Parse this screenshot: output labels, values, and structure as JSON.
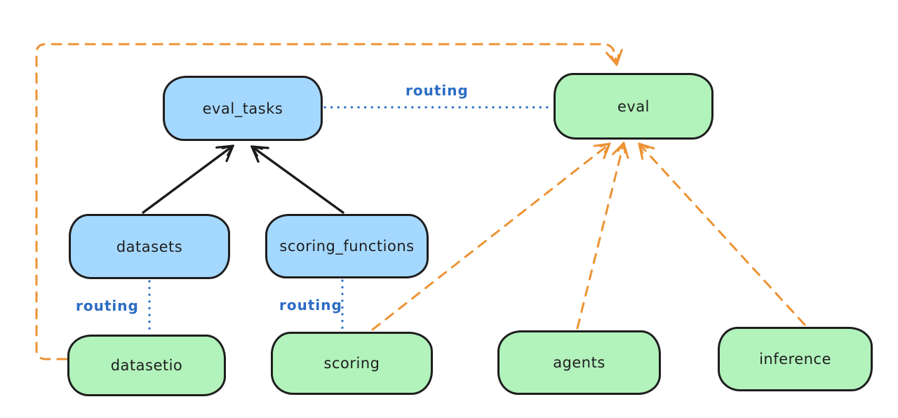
{
  "diagram": {
    "background": "#ffffff",
    "colors": {
      "blue_node_fill": "#a5d8ff",
      "green_node_fill": "#b2f2bb",
      "node_stroke": "#1e1e1e",
      "routing_blue": "#2b6cc4",
      "orange_dashed": "#ec9334",
      "black_arrow": "#1b1b1b"
    },
    "nodes": [
      {
        "id": "eval_tasks",
        "label": "eval_tasks",
        "fill": "blue"
      },
      {
        "id": "eval",
        "label": "eval",
        "fill": "green"
      },
      {
        "id": "datasets",
        "label": "datasets",
        "fill": "blue"
      },
      {
        "id": "scoring_functions",
        "label": "scoring_functions",
        "fill": "blue"
      },
      {
        "id": "datasetio",
        "label": "datasetio",
        "fill": "green"
      },
      {
        "id": "scoring",
        "label": "scoring",
        "fill": "green"
      },
      {
        "id": "agents",
        "label": "agents",
        "fill": "green"
      },
      {
        "id": "inference",
        "label": "inference",
        "fill": "green"
      }
    ],
    "edge_labels": [
      {
        "id": "routing-eval_tasks-eval",
        "text": "routing"
      },
      {
        "id": "routing-datasets-datasetio",
        "text": "routing"
      },
      {
        "id": "routing-scoring_functions-scoring",
        "text": "routing"
      }
    ],
    "edges": [
      {
        "from": "datasets",
        "to": "eval_tasks",
        "style": "solid-black-arrow"
      },
      {
        "from": "scoring_functions",
        "to": "eval_tasks",
        "style": "solid-black-arrow"
      },
      {
        "from": "eval_tasks",
        "to": "eval",
        "style": "dotted-blue",
        "label": "routing"
      },
      {
        "from": "datasets",
        "to": "datasetio",
        "style": "dotted-blue",
        "label": "routing"
      },
      {
        "from": "scoring_functions",
        "to": "scoring",
        "style": "dotted-blue",
        "label": "routing"
      },
      {
        "from": "datasetio",
        "to": "eval",
        "style": "dashed-orange-arrow"
      },
      {
        "from": "scoring",
        "to": "eval",
        "style": "dashed-orange-arrow"
      },
      {
        "from": "agents",
        "to": "eval",
        "style": "dashed-orange-arrow"
      },
      {
        "from": "inference",
        "to": "eval",
        "style": "dashed-orange-arrow"
      }
    ]
  }
}
